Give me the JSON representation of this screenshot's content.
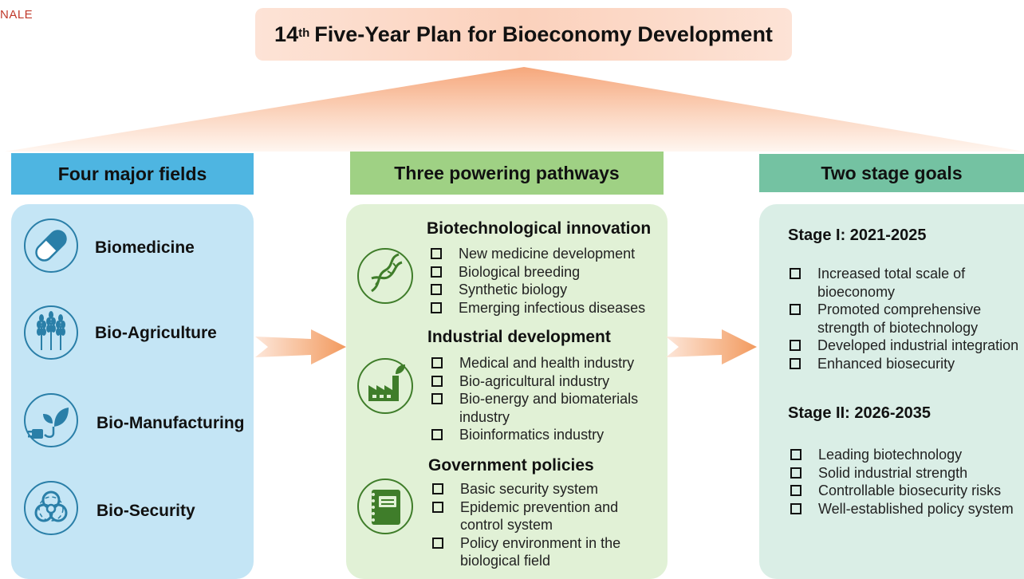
{
  "corner_text": "NALE",
  "title": {
    "prefix": "14",
    "sup": "th",
    "text": "Five-Year Plan for Bioeconomy Development"
  },
  "headers": {
    "fields": "Four major fields",
    "paths": "Three powering pathways",
    "goals": "Two stage goals"
  },
  "fields": [
    {
      "label": "Biomedicine",
      "icon": "capsule-icon"
    },
    {
      "label": "Bio-Agriculture",
      "icon": "wheat-icon"
    },
    {
      "label": "Bio-Manufacturing",
      "icon": "plug-leaf-icon"
    },
    {
      "label": "Bio-Security",
      "icon": "biohazard-icon"
    }
  ],
  "pathways": [
    {
      "title": "Biotechnological innovation",
      "icon": "dna-icon",
      "items": [
        "New medicine development",
        "Biological breeding",
        "Synthetic biology",
        "Emerging infectious diseases"
      ]
    },
    {
      "title": "Industrial development",
      "icon": "factory-icon",
      "items": [
        "Medical and health industry",
        "Bio-agricultural industry",
        "Bio-energy and biomaterials industry",
        "Bioinformatics industry"
      ]
    },
    {
      "title": "Government policies",
      "icon": "notebook-icon",
      "items": [
        "Basic security system",
        "Epidemic prevention and control system",
        "Policy environment in the biological field"
      ]
    }
  ],
  "stages": [
    {
      "title": "Stage I: 2021-2025",
      "items": [
        "Increased total scale of bioeconomy",
        "Promoted comprehensive strength of biotechnology",
        "Developed industrial integration",
        "Enhanced biosecurity"
      ]
    },
    {
      "title": "Stage II: 2026-2035",
      "items": [
        "Leading biotechnology",
        "Solid industrial strength",
        "Controllable biosecurity risks",
        "Well-established policy system"
      ]
    }
  ],
  "colors": {
    "fields_header": "#4eb5e1",
    "fields_panel": "#c4e5f5",
    "paths_header": "#9fd184",
    "paths_panel": "#e1f1d6",
    "goals_header": "#74c2a2",
    "goals_panel": "#daeee6",
    "icon_fields": "#2a7fa8",
    "icon_paths": "#3f7d2a",
    "arrow": "#f29a5e"
  }
}
